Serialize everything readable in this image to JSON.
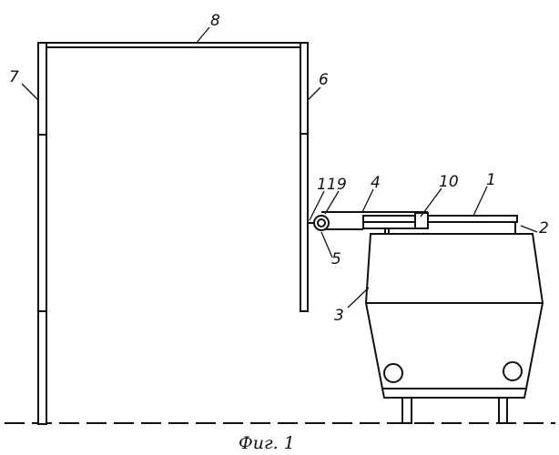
{
  "figure": {
    "caption": "Фиг. 1",
    "labels": {
      "l1": "1",
      "l2": "2",
      "l3": "3",
      "l4": "4",
      "l5": "5",
      "l6": "6",
      "l7": "7",
      "l8": "8",
      "l9": "9",
      "l10": "10",
      "l11": "11"
    }
  }
}
